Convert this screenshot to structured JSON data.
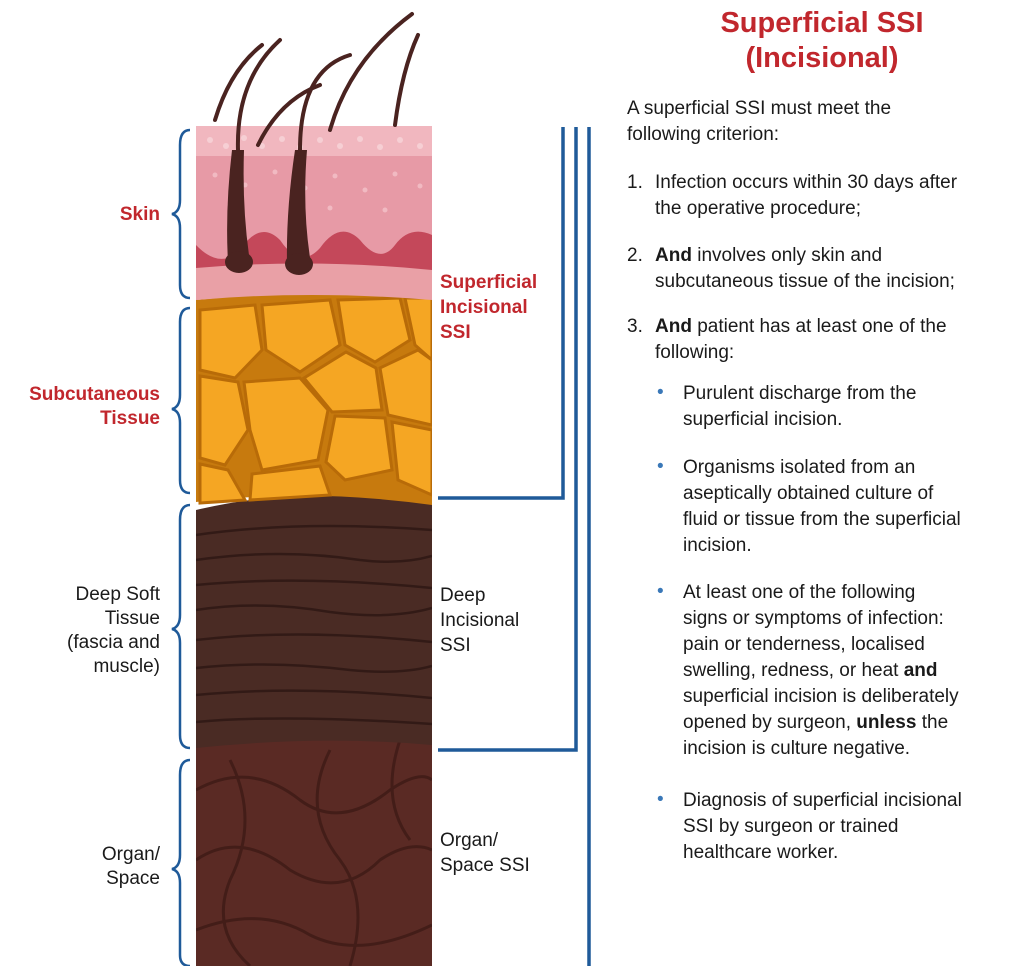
{
  "title": {
    "line1": "Superficial SSI",
    "line2": "(Incisional)"
  },
  "layers": {
    "skin": "Skin",
    "subcutaneous": [
      "Subcutaneous",
      "Tissue"
    ],
    "deep": [
      "Deep Soft",
      "Tissue",
      "(fascia and",
      "muscle)"
    ],
    "organ": [
      "Organ/",
      "Space"
    ]
  },
  "ssi": {
    "superficial": [
      "Superficial",
      "Incisional",
      "SSI"
    ],
    "deep": [
      "Deep",
      "Incisional",
      "SSI"
    ],
    "organ": [
      "Organ/",
      "Space SSI"
    ]
  },
  "intro": [
    "A superficial SSI must meet the",
    "following criterion:"
  ],
  "criteria": [
    {
      "num": "1.",
      "lines": [
        "Infection occurs within 30 days after",
        "the operative procedure;"
      ]
    },
    {
      "num": "2.",
      "bold": "And",
      "rest": " involves only skin and",
      "line2": "subcutaneous tissue of the incision;"
    },
    {
      "num": "3.",
      "bold": "And",
      "rest": " patient has at least one of the",
      "line2": "following:"
    }
  ],
  "bullets": [
    {
      "lines": [
        "Purulent discharge from the",
        "superficial incision."
      ]
    },
    {
      "lines": [
        "Organisms isolated from an",
        "aseptically obtained culture of",
        "fluid or tissue from the superficial",
        "incision."
      ]
    },
    {
      "l1": "At least one of the following",
      "l2": "signs or symptoms of infection:",
      "l3": "pain or tenderness, localised",
      "l4a": "swelling, redness, or heat ",
      "l4b": "and",
      "l5": "superficial incision is deliberately",
      "l6a": "opened by surgeon, ",
      "l6b": "unless",
      "l6c": " the",
      "l7": "incision is culture negative."
    },
    {
      "lines": [
        "Diagnosis of superficial incisional",
        "SSI by surgeon or trained",
        "healthcare worker."
      ]
    }
  ],
  "colors": {
    "accent_red": "#c1272d",
    "bracket_blue": "#1f5a99",
    "bullet_blue": "#3a78b8"
  }
}
